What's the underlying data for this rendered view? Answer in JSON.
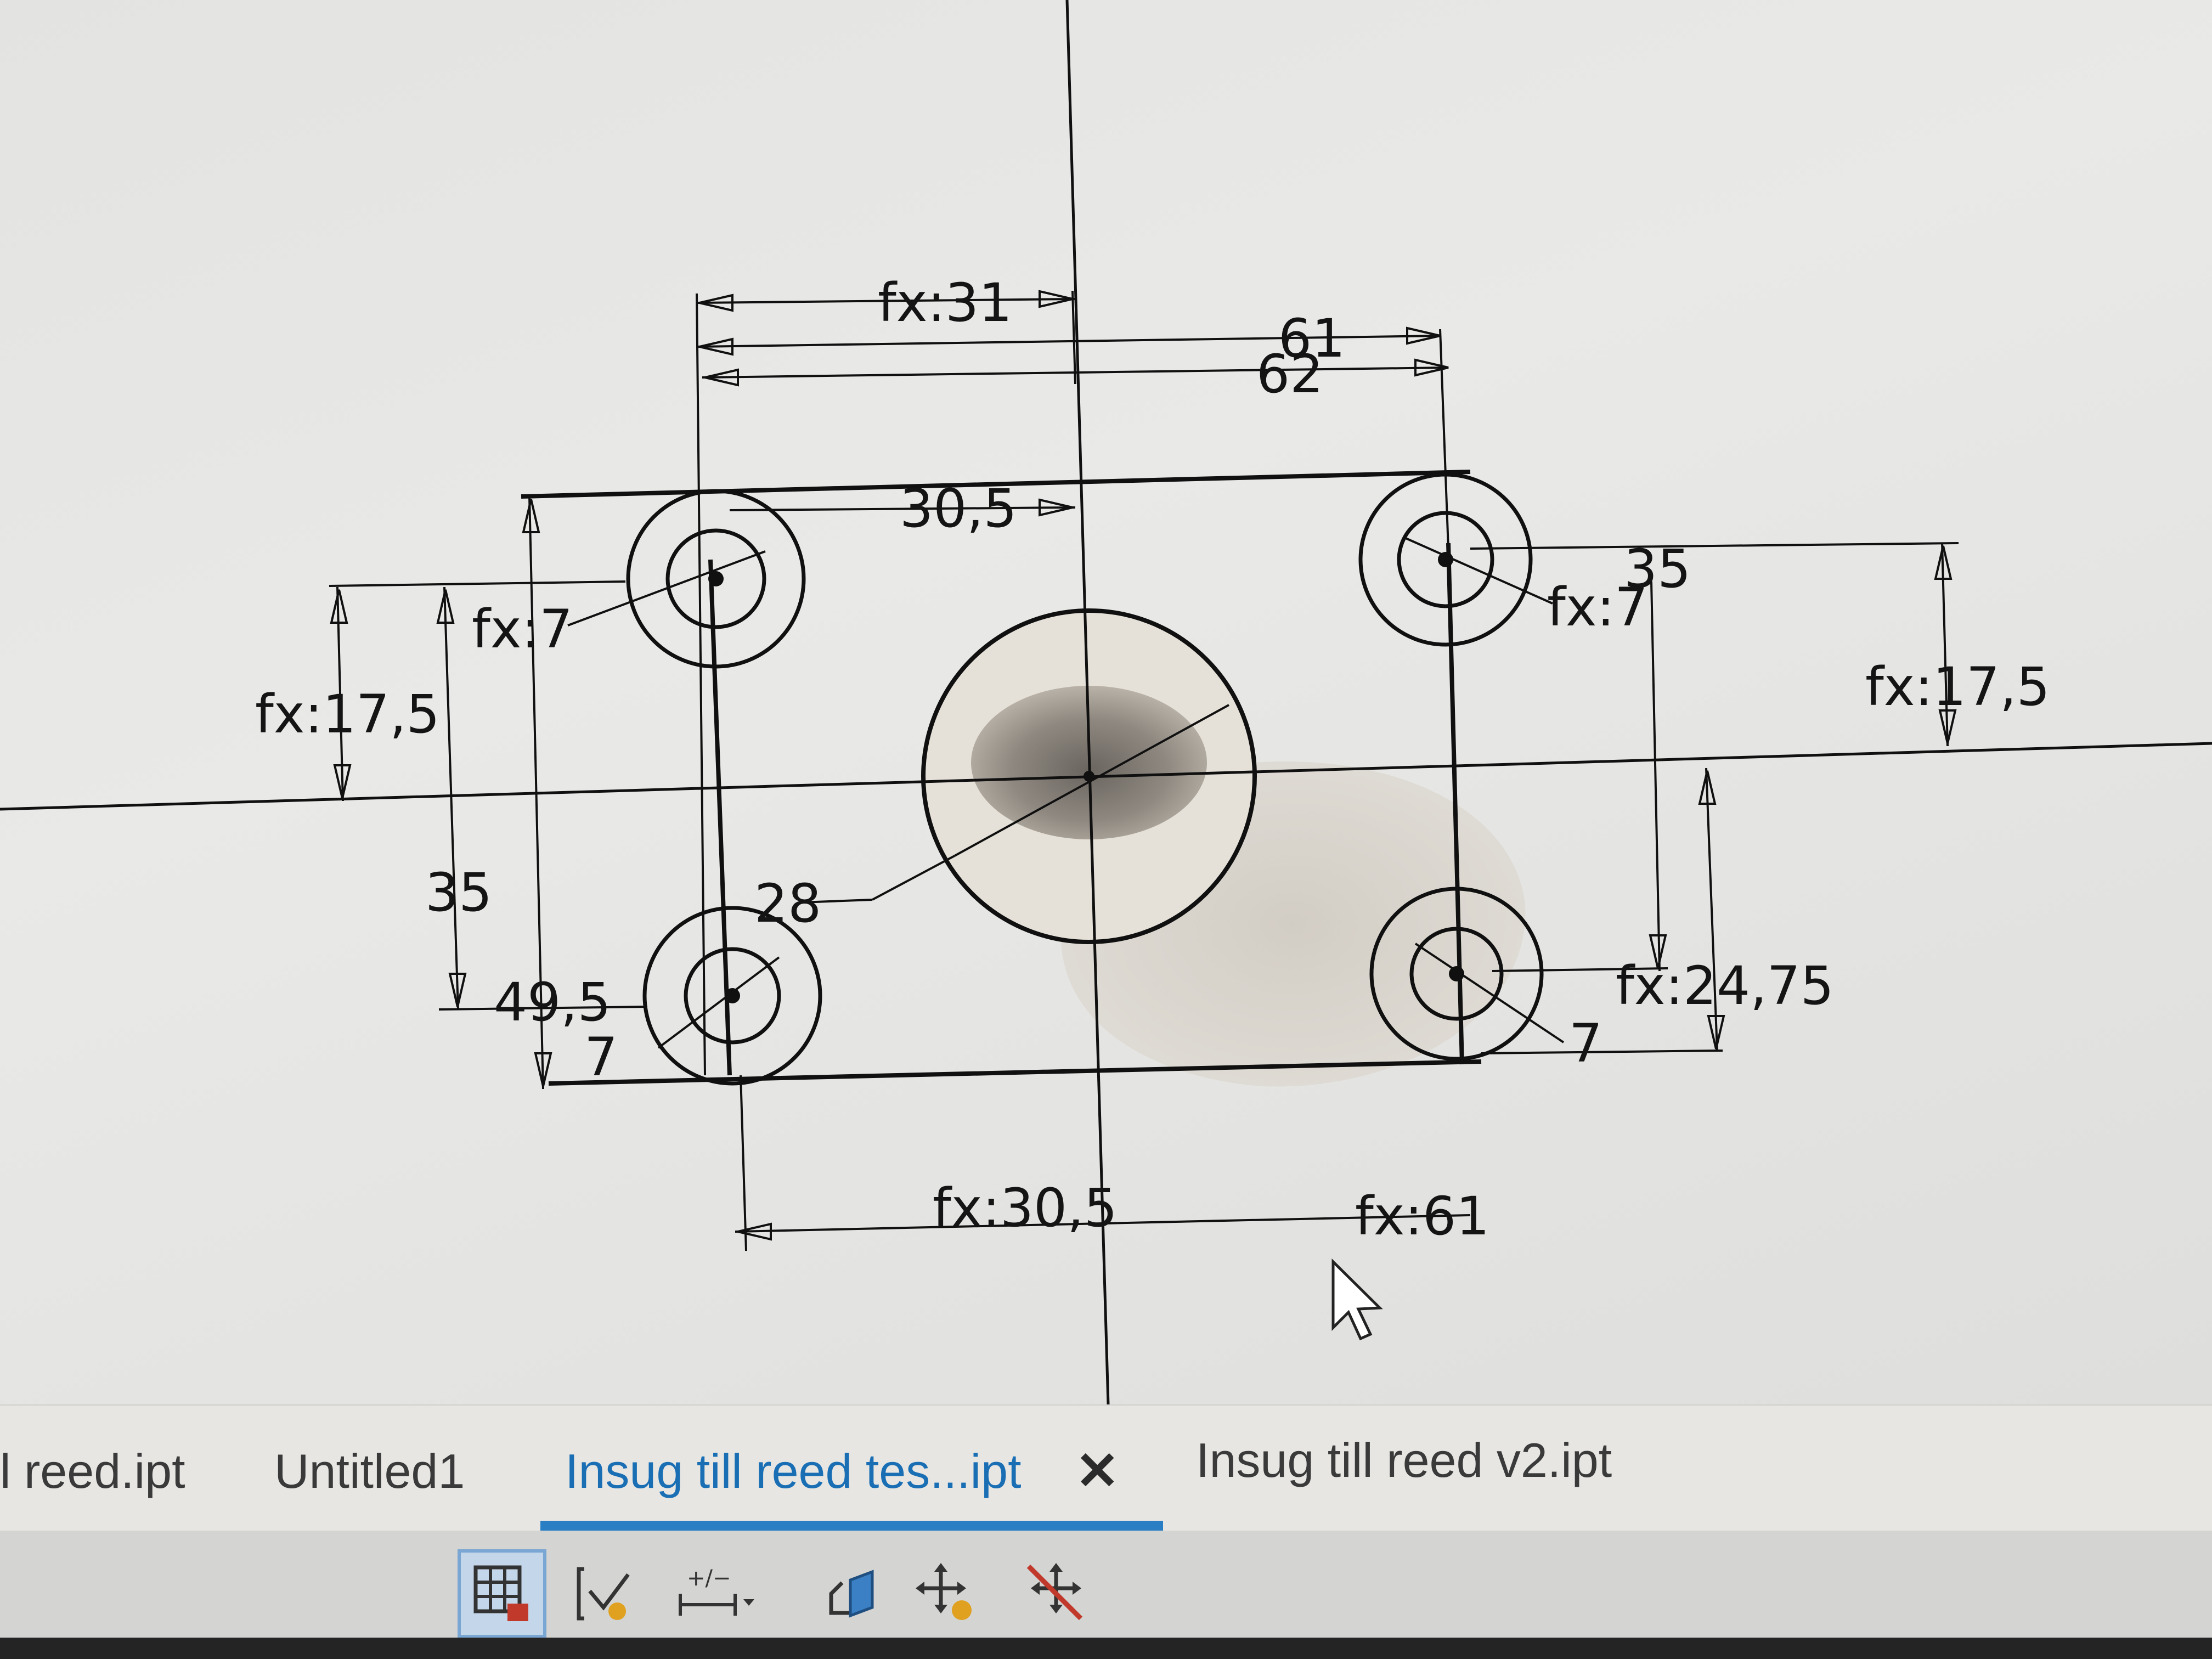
{
  "sketch": {
    "dimensions": {
      "d_top_31": "fx:31",
      "d_top_61": "61",
      "d_top_62": "62",
      "d_30_5": "30,5",
      "d_fx7_left": "fx:7",
      "d_fx7_right": "fx:7",
      "d_35_right": "35",
      "d_fx17_5_left": "fx:17,5",
      "d_fx17_5_right": "fx:17,5",
      "d_35_left": "35",
      "d_28": "28",
      "d_49_5": "49,5",
      "d_7_left": "7",
      "d_fx24_75": "fx:24,75",
      "d_7_right": "7",
      "d_fx30_5_bottom": "fx:30,5",
      "d_fx61_bottom": "fx:61"
    }
  },
  "tabs": [
    {
      "label": "l reed.ipt"
    },
    {
      "label": "Untitled1"
    },
    {
      "label": "Insug till reed tes...ipt",
      "active": true
    },
    {
      "label": "Insug till reed v2.ipt"
    }
  ],
  "tab_close_glyph": "✕",
  "toolbar": {
    "tools": [
      "grid-snap-icon",
      "constraint-icon",
      "dimension-icon",
      "project-geometry-icon",
      "move-icon",
      "relax-icon"
    ]
  },
  "colors": {
    "accent": "#2a7fc4",
    "sketch_line": "#101010",
    "shaded_part": "#cfc8bd"
  }
}
